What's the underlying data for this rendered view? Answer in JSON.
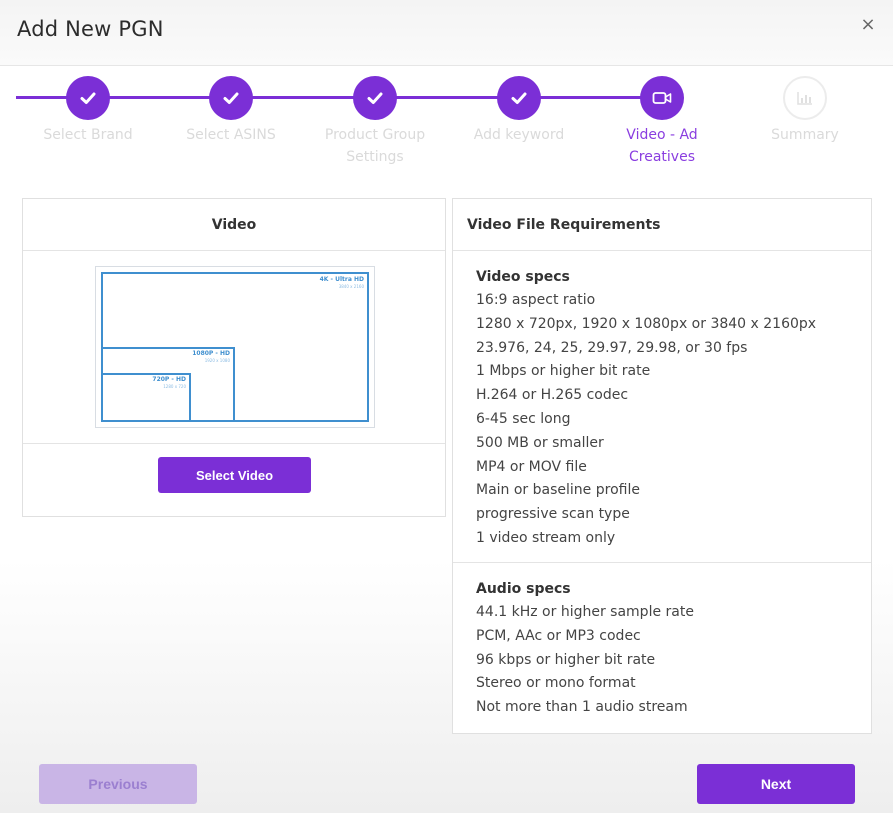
{
  "modal": {
    "title": "Add New PGN",
    "close_glyph": "×"
  },
  "stepper": {
    "steps": [
      {
        "label": "Select Brand",
        "status": "done",
        "icon": "check-icon"
      },
      {
        "label": "Select ASINS",
        "status": "done",
        "icon": "check-icon"
      },
      {
        "label": "Product Group Settings",
        "status": "done",
        "icon": "check-icon"
      },
      {
        "label": "Add keyword",
        "status": "done",
        "icon": "check-icon"
      },
      {
        "label": "Video - Ad Creatives",
        "status": "active",
        "icon": "video-camera-icon"
      },
      {
        "label": "Summary",
        "status": "pending",
        "icon": "bar-chart-icon"
      }
    ]
  },
  "video_panel": {
    "title": "Video",
    "preview": {
      "labels": [
        "4K - Ultra HD",
        "1080P - HD",
        "720P - HD"
      ],
      "sublabels": [
        "3840 x 2160",
        "1920 x 1080",
        "1280 x 720"
      ]
    },
    "select_button": "Select Video"
  },
  "requirements_panel": {
    "title": "Video File Requirements",
    "video_specs": {
      "title": "Video specs",
      "lines": [
        "16:9 aspect ratio",
        "1280 x 720px, 1920 x 1080px or 3840 x 2160px",
        "23.976, 24, 25, 29.97, 29.98, or 30 fps",
        "1 Mbps or higher bit rate",
        "H.264 or H.265 codec",
        "6-45 sec long",
        "500 MB or smaller",
        "MP4 or MOV file",
        "Main or baseline profile",
        "progressive scan type",
        "1 video stream only"
      ]
    },
    "audio_specs": {
      "title": "Audio specs",
      "lines": [
        "44.1 kHz or higher sample rate",
        "PCM, AAc or MP3 codec",
        "96 kbps or higher bit rate",
        "Stereo or mono format",
        "Not more than 1 audio stream"
      ]
    }
  },
  "footer": {
    "previous_label": "Previous",
    "next_label": "Next"
  },
  "colors": {
    "accent": "#7b2fd6",
    "accent_disabled": "#c9b5e6",
    "resolution_blue": "#3f8fcf"
  }
}
